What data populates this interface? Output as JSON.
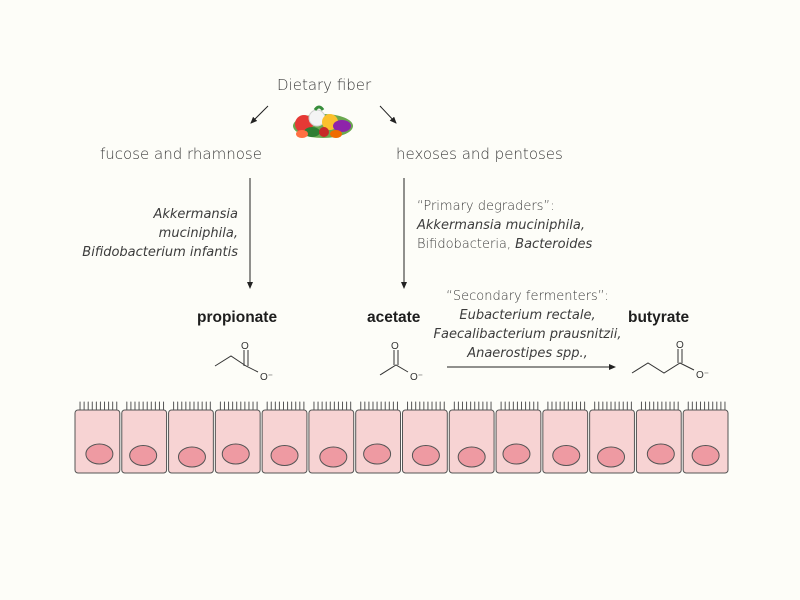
{
  "title": "Dietary fiber",
  "left_branch": {
    "label": "fucose and rhamnose"
  },
  "right_branch": {
    "label": "hexoses and pentoses"
  },
  "left_bacteria": [
    "Akkermansia",
    "muciniphila,",
    "Bifidobacterium infantis"
  ],
  "primary": {
    "heading": "“Primary degraders”:",
    "line1": "Akkermansia muciniphila,",
    "line2_plain": "Bifidobacteria, ",
    "line2_italic": "Bacteroides"
  },
  "secondary": {
    "heading": "“Secondary fermenters”:",
    "lines": [
      "Eubacterium rectale,",
      "Faecalibacterium prausnitzii,",
      "Anaerostipes spp.,"
    ]
  },
  "products": {
    "propionate": "propionate",
    "acetate": "acetate",
    "butyrate": "butyrate"
  },
  "molecule_labels": {
    "oxygen": "O",
    "oxide": "O⁻"
  },
  "icons": {
    "fiber": "vegetables-icon"
  },
  "colors": {
    "cell_fill": "#f7d3d3",
    "nucleus_fill": "#ee9aa2",
    "outline": "#555555",
    "background": "#fdfdf8"
  },
  "epithelium": {
    "cell_count": 14
  }
}
